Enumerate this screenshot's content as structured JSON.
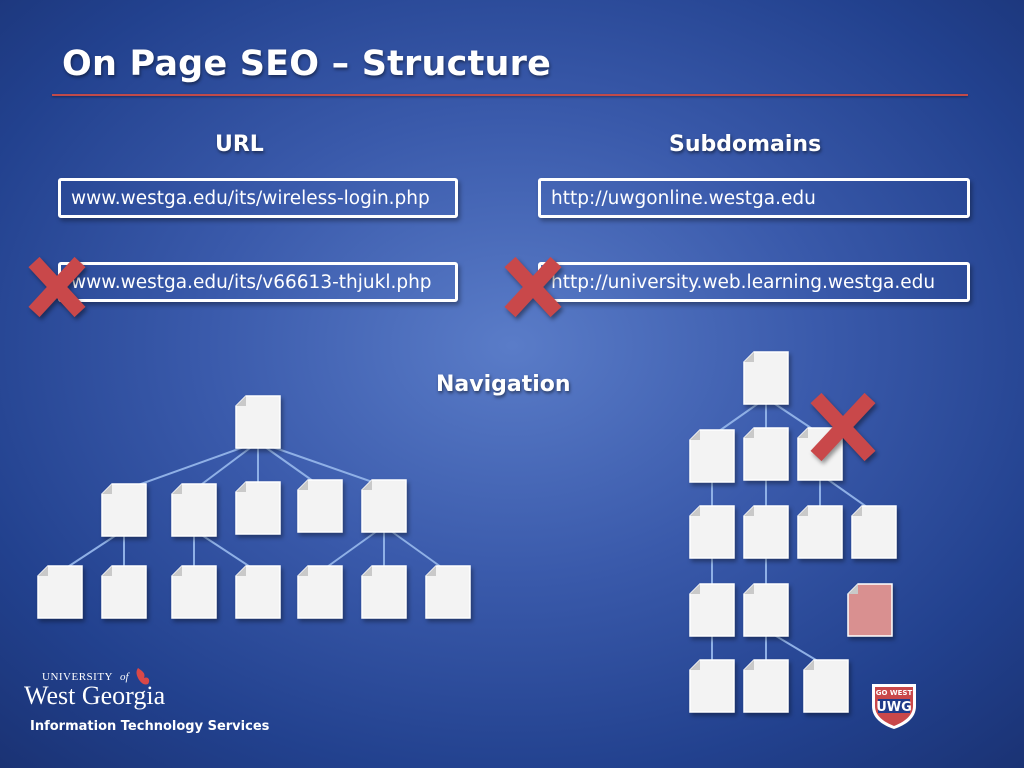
{
  "slide": {
    "title": "On Page SEO – Structure"
  },
  "url_section": {
    "heading": "URL",
    "good_example": "www.westga.edu/its/wireless-login.php",
    "bad_example": "www.westga.edu/its/v66613-thjukl.php"
  },
  "subdomain_section": {
    "heading": "Subdomains",
    "good_example": "http://uwgonline.westga.edu",
    "bad_example": "http://university.web.learning.westga.edu"
  },
  "navigation_section": {
    "heading": "Navigation"
  },
  "footer": {
    "logo_top": "UNIVERSITY",
    "logo_of": "of",
    "logo_main": "West Georgia",
    "department": "Information Technology Services",
    "badge_top": "GO WEST",
    "badge_main": "UWG"
  },
  "colors": {
    "accent_red": "#c9484a",
    "rule_red": "#c14a4a",
    "misplaced_page": "#d99090",
    "page_fill": "#f3f3f3"
  }
}
